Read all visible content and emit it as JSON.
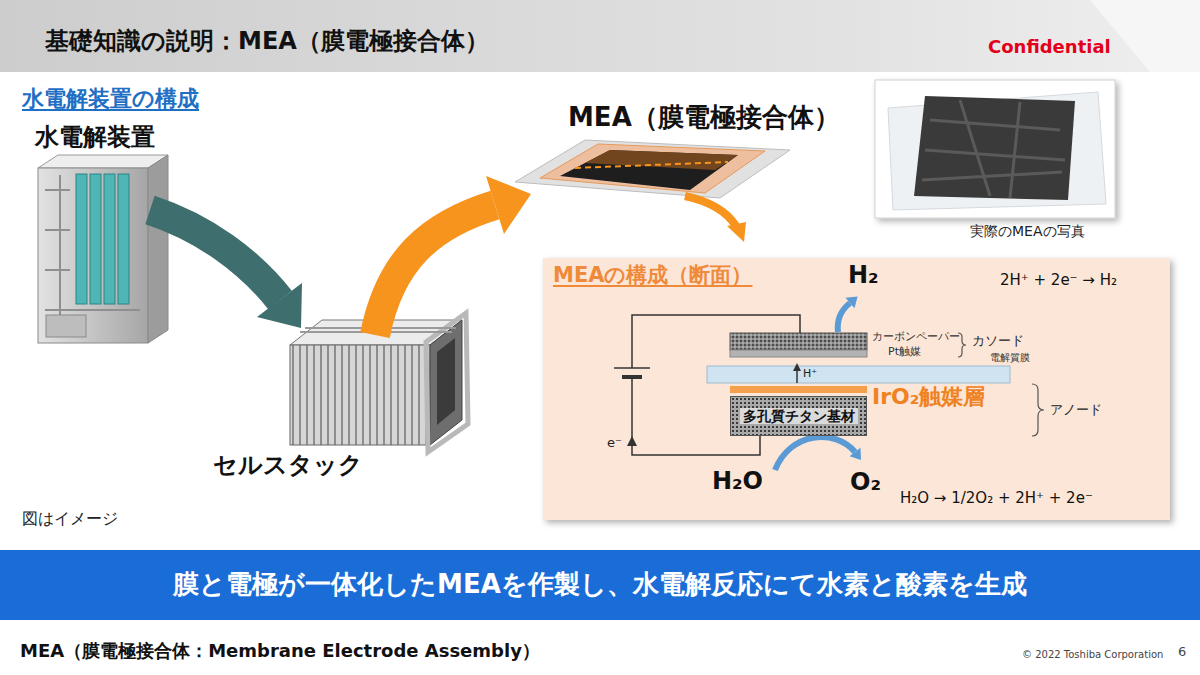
{
  "diagram": {
    "title": "基礎知識の説明：MEA（膜電極接合体）",
    "caption": "MEA（膜電極接合体：Membrane Electrode Assembly）",
    "nodes": [
      {
        "text": [
          "MEAの構成（断面）"
        ]
      },
      {
        "text": [
          "多孔質チタン基材"
        ],
        "in": 0
      },
      {
        "text": [
          "膜と電極が一体化したMEAを作製し、水電解反応にて水素と酸素を生成"
        ]
      }
    ],
    "labels": [
      "Confidential",
      "水電解装置の構成",
      "水電解装置",
      "セルスタック",
      "MEA（膜電極接合体）",
      "実際のMEAの写真",
      "H₂",
      "2H⁺ + 2e⁻ → H₂",
      "カーボンペーパー",
      "Pt触媒",
      "カソード",
      "H⁺",
      "電解質膜",
      "IrO₂触媒層",
      "アノード",
      "e⁻",
      "H₂O",
      "O₂",
      "H₂O → 1/2O₂ + 2H⁺ + 2e⁻",
      "図はイメージ",
      "© 2022 Toshiba Corporation",
      "6"
    ]
  }
}
